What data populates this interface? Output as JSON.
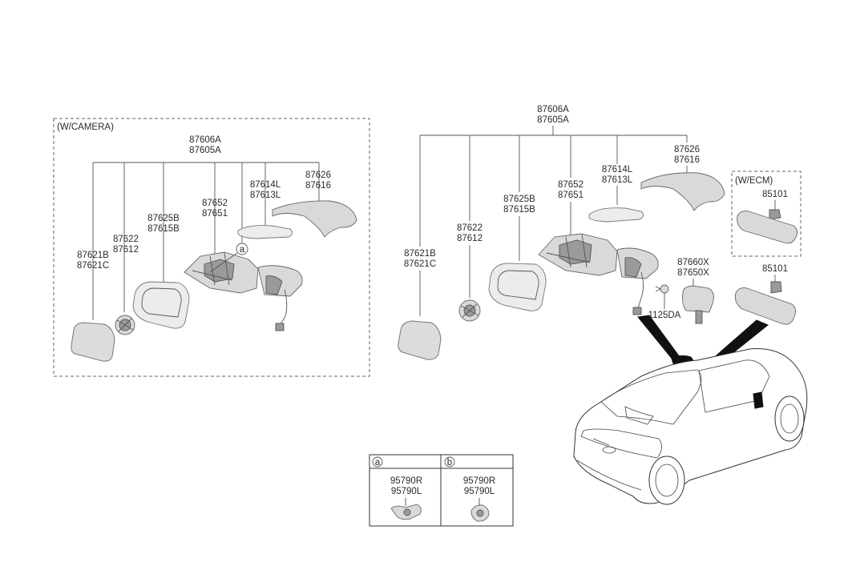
{
  "left_group": {
    "box_label": "(W/CAMERA)",
    "top": [
      "87606A",
      "87605A"
    ],
    "parts": [
      [
        "87621B",
        "87621C"
      ],
      [
        "87622",
        "87612"
      ],
      [
        "87625B",
        "87615B"
      ],
      [
        "87652",
        "87651"
      ],
      [
        "87614L",
        "87613L"
      ],
      [
        "87626",
        "87616"
      ]
    ],
    "callout": "a"
  },
  "right_group": {
    "top": [
      "87606A",
      "87605A"
    ],
    "parts": [
      [
        "87621B",
        "87621C"
      ],
      [
        "87622",
        "87612"
      ],
      [
        "87625B",
        "87615B"
      ],
      [
        "87652",
        "87651"
      ],
      [
        "87614L",
        "87613L"
      ],
      [
        "87626",
        "87616"
      ]
    ],
    "inside_mirror": [
      "87660X",
      "87650X"
    ],
    "bolt": "1125DA",
    "ecm_box_label": "(W/ECM)",
    "ecm_part": "85101",
    "rear_mirror_part": "85101"
  },
  "legend_table": {
    "cells": [
      {
        "letter": "a",
        "parts": [
          "95790R",
          "95790L"
        ]
      },
      {
        "letter": "b",
        "parts": [
          "95790R",
          "95790L"
        ]
      }
    ]
  }
}
